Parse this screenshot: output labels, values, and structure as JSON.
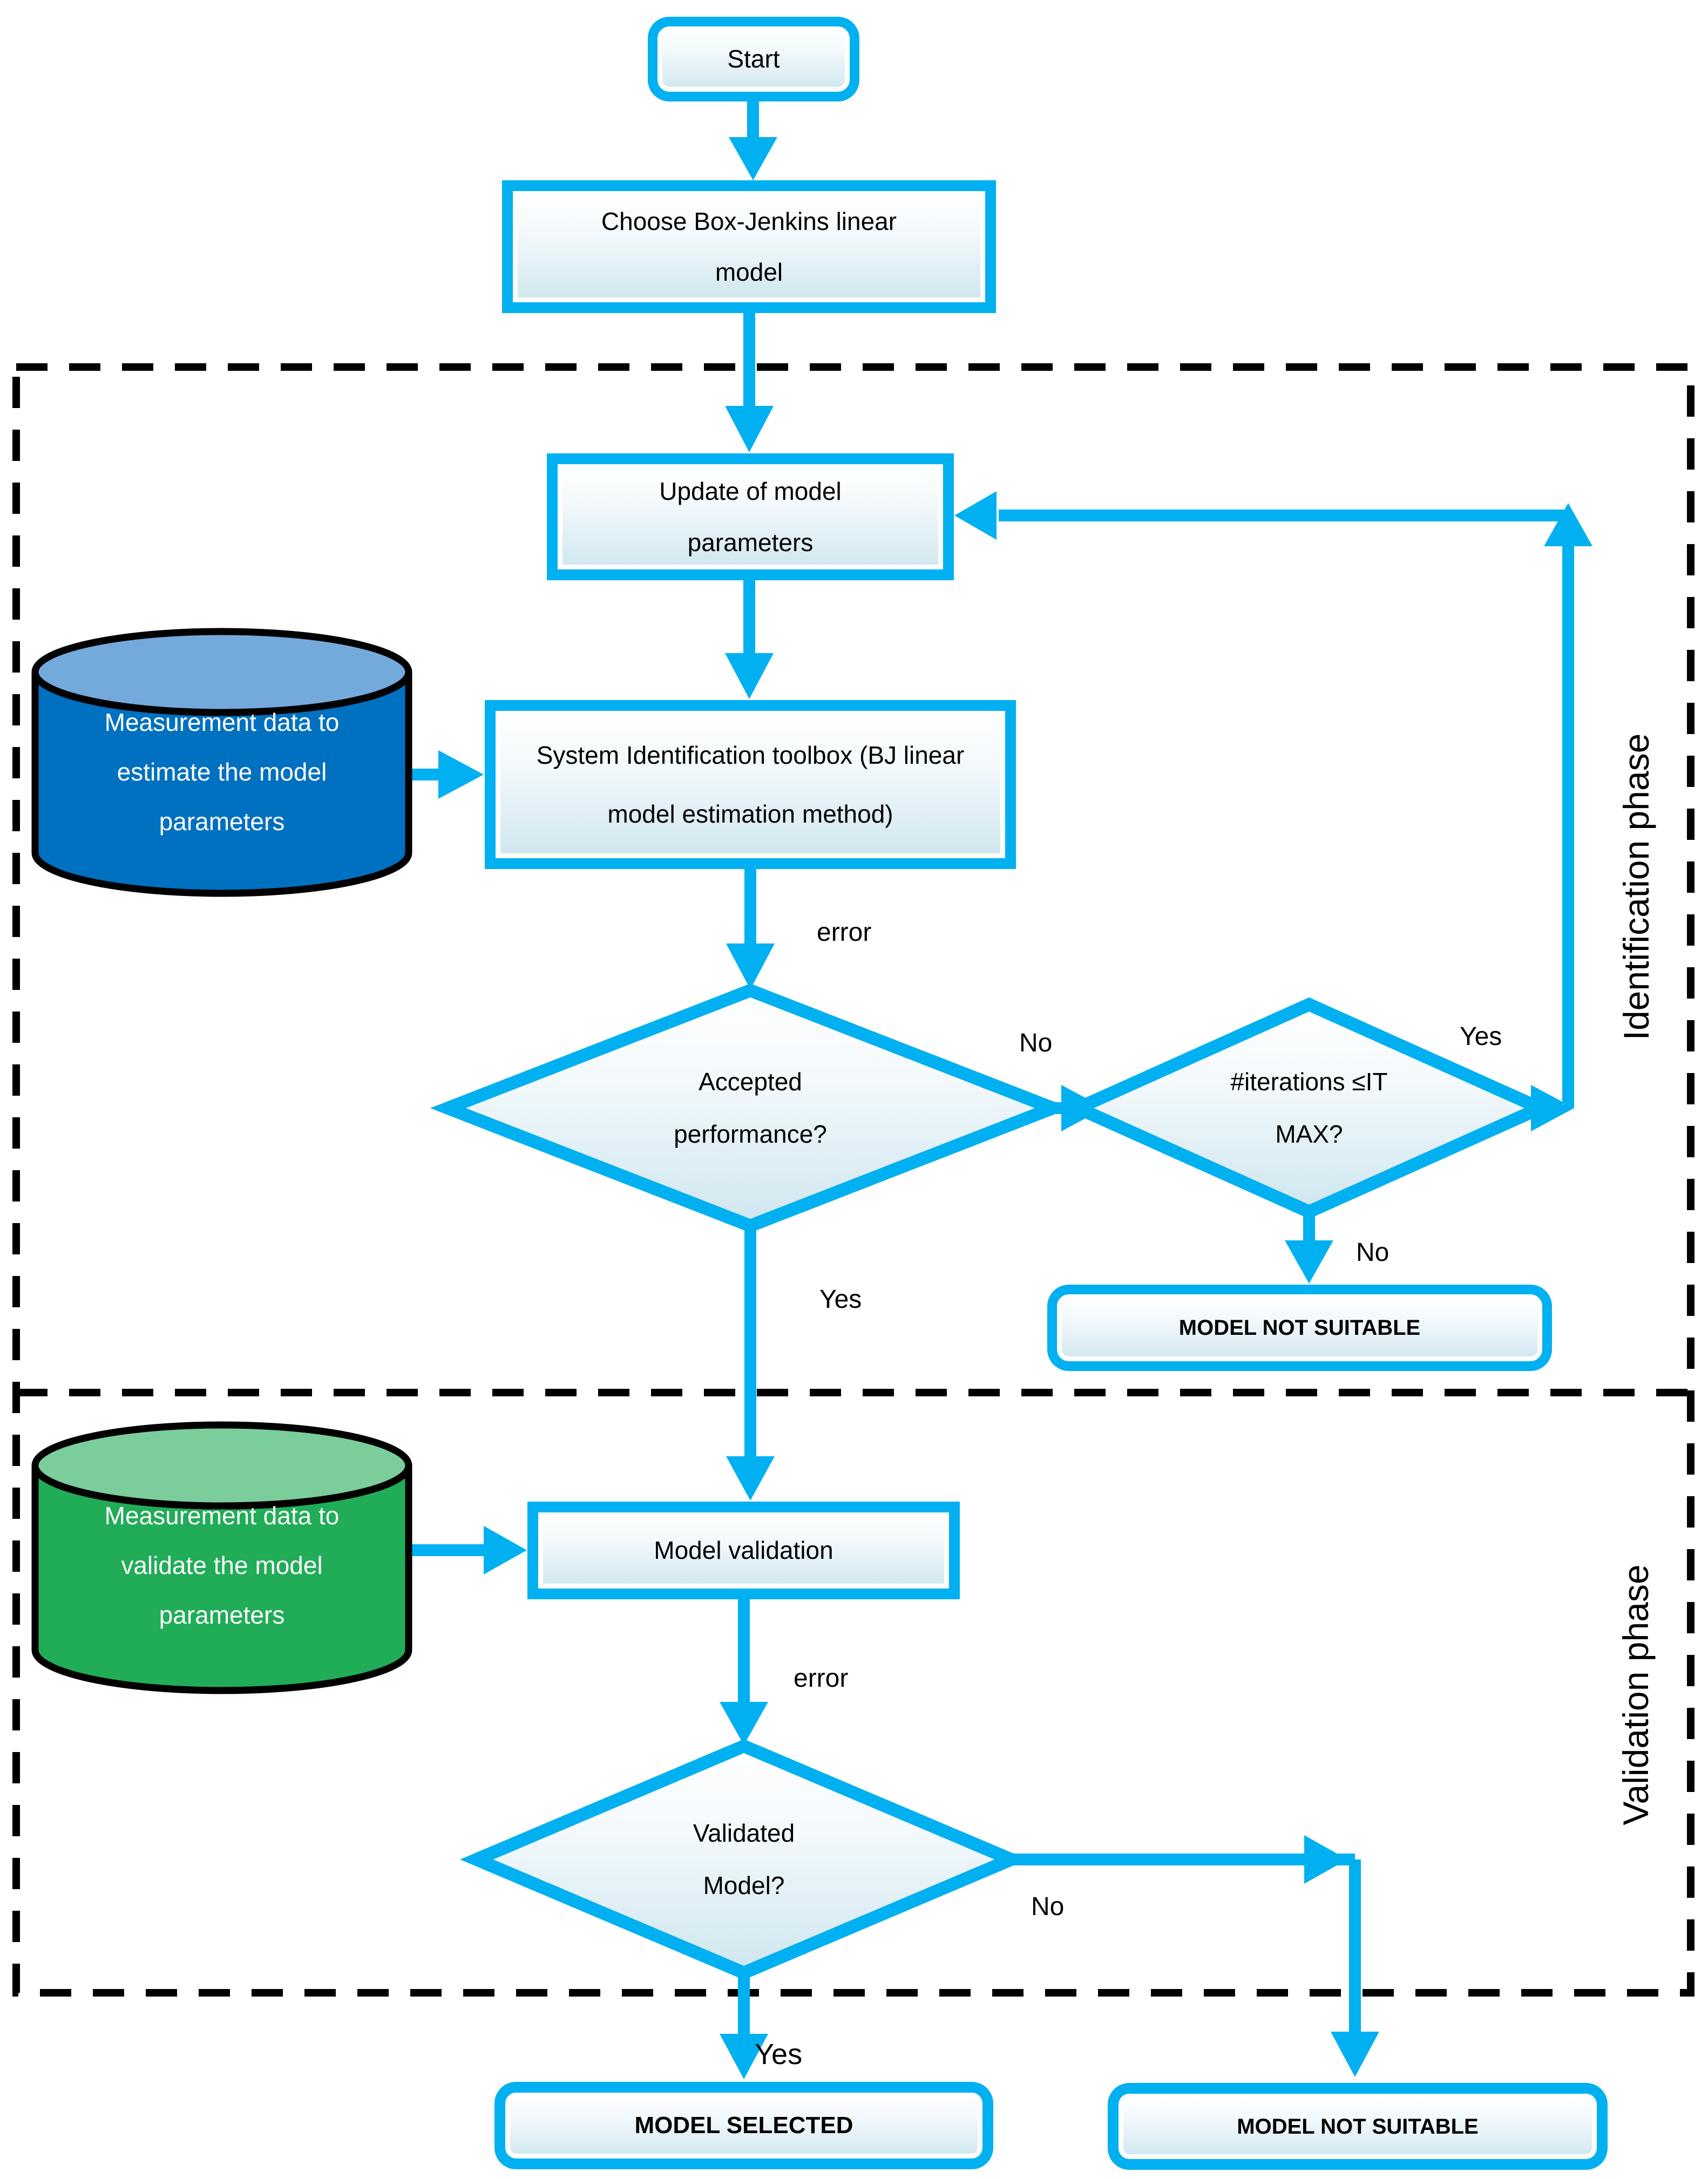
{
  "flowchart": {
    "nodes": {
      "start": "Start",
      "choose_model": "Choose Box-Jenkins linear model",
      "update_params": "Update of model parameters",
      "estimate_data": "Measurement data to estimate the model parameters",
      "sysid_toolbox": "System Identification toolbox (BJ linear model estimation method)",
      "accepted_performance": "Accepted performance?",
      "iterations_check": "#iterations ≤IT MAX?",
      "model_not_suitable_1": "MODEL NOT SUITABLE",
      "validate_data": "Measurement data to validate the model parameters",
      "model_validation": "Model validation",
      "validated_model": "Validated Model?",
      "model_selected": "MODEL SELECTED",
      "model_not_suitable_2": "MODEL NOT SUITABLE"
    },
    "edge_labels": {
      "error_1": "error",
      "no_1": "No",
      "yes_1": "Yes",
      "no_2": "No",
      "yes_2": "Yes",
      "error_2": "error",
      "no_3": "No",
      "yes_3": "Yes"
    },
    "phases": {
      "identification": "Identification phase",
      "validation": "Validation phase"
    },
    "colors": {
      "accent": "#00B0F0",
      "estimate_db_body": "#0070C0",
      "estimate_db_top": "#74A9DC",
      "validate_db_body": "#21AC57",
      "validate_db_top": "#7BCD9C",
      "node_fill_bottom": "#CFE6EF",
      "dashed_border": "#000000"
    }
  }
}
